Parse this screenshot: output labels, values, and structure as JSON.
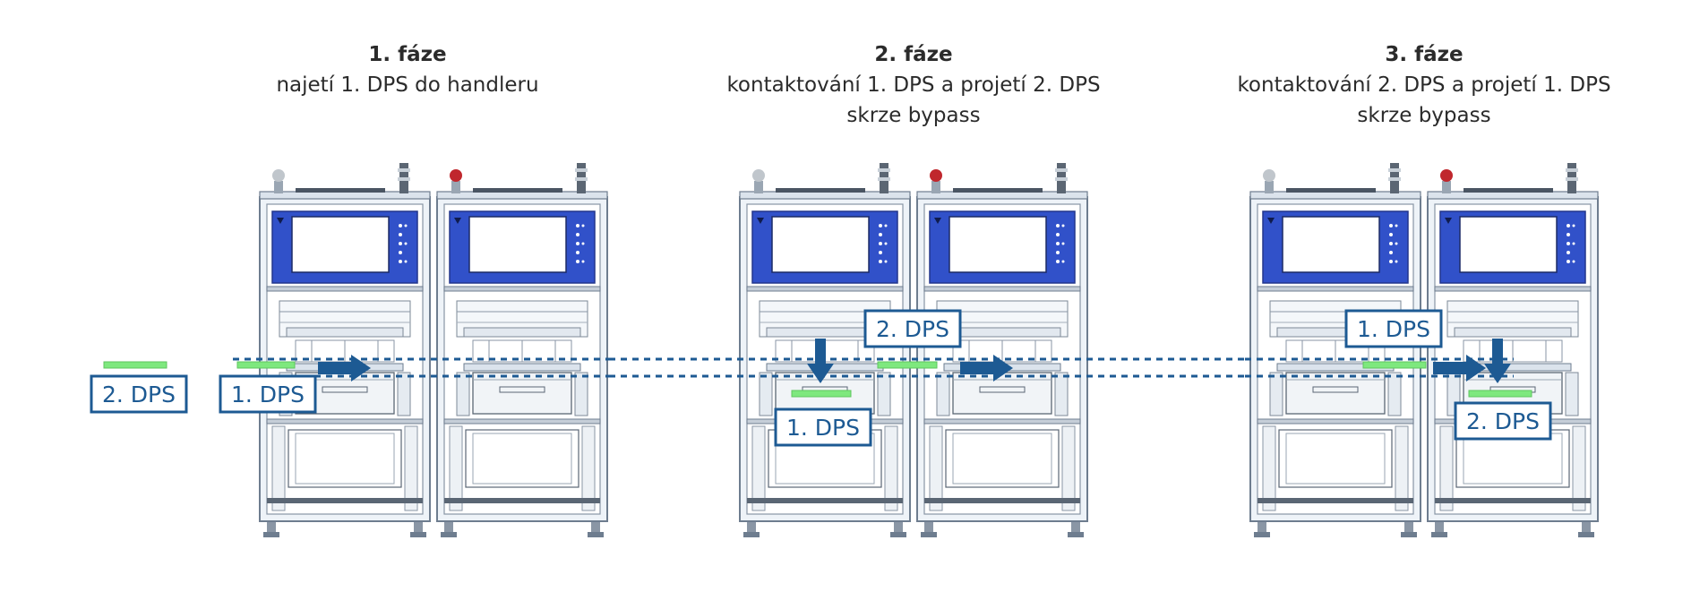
{
  "phases": [
    {
      "title": "1. fáze",
      "description": "najetí 1. DPS do handleru",
      "labels": [
        "2. DPS",
        "1. DPS"
      ]
    },
    {
      "title": "2. fáze",
      "description": "kontaktování 1. DPS a projetí 2. DPS\nskrze bypass",
      "labels": [
        "2. DPS",
        "1. DPS"
      ]
    },
    {
      "title": "3. fáze",
      "description": "kontaktování 2. DPS a projetí 1. DPS\nskrze bypass",
      "labels": [
        "1. DPS",
        "2. DPS"
      ]
    }
  ],
  "colors": {
    "frame": "#6e7d8f",
    "frame_fill": "#eef3f8",
    "panel_blue": "#3151c9",
    "board_green": "#7ee87e",
    "arrow_blue": "#1d5a93",
    "label_border": "#1d5a93",
    "red_button": "#c0272d"
  }
}
